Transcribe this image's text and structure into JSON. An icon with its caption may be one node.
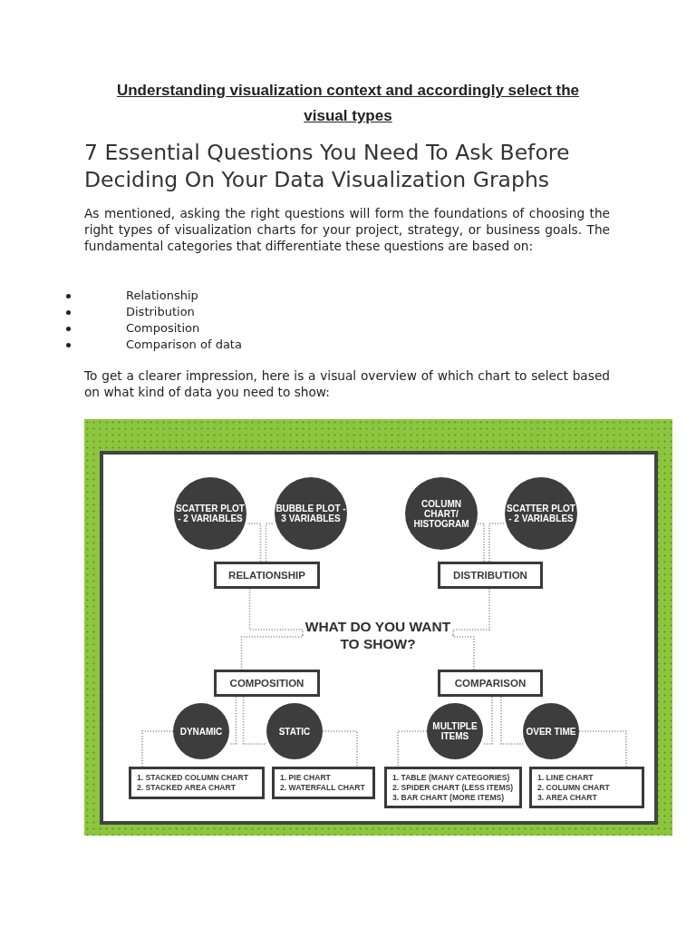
{
  "diagram": {
    "title": "Understanding visualization context and accordingly select the visual types",
    "nodes": [
      {
        "text": [
          "SCATTER PLOT - 2 VARIABLES"
        ]
      },
      {
        "text": [
          "BUBBLE PLOT - 3 VARIABLES"
        ]
      },
      {
        "text": [
          "COLUMN CHART/ HISTOGRAM"
        ]
      },
      {
        "text": [
          "SCATTER PLOT - 2 VARIABLES"
        ]
      },
      {
        "text": [
          "RELATIONSHIP"
        ]
      },
      {
        "text": [
          "DISTRIBUTION"
        ]
      },
      {
        "text": [
          "WHAT DO YOU WANT TO SHOW?"
        ]
      },
      {
        "text": [
          "COMPOSITION"
        ]
      },
      {
        "text": [
          "COMPARISON"
        ]
      },
      {
        "text": [
          "DYNAMIC"
        ]
      },
      {
        "text": [
          "STATIC"
        ]
      },
      {
        "text": [
          "MULTIPLE ITEMS"
        ]
      },
      {
        "text": [
          "OVER TIME"
        ]
      },
      {
        "text": [
          "1. STACKED COLUMN CHART",
          "2. STACKED AREA CHART"
        ]
      },
      {
        "text": [
          "1. PIE CHART",
          "2. WATERFALL CHART"
        ]
      },
      {
        "text": [
          "1. TABLE (MANY CATEGORIES)",
          "2. SPIDER CHART (LESS ITEMS)",
          "3. BAR CHART (MORE ITEMS)"
        ]
      },
      {
        "text": [
          "1. LINE CHART",
          "2. COLUMN CHART",
          "3. AREA CHART"
        ]
      }
    ],
    "edges": [
      {
        "from": 6,
        "to": 4,
        "arrow": "none"
      },
      {
        "from": 6,
        "to": 5,
        "arrow": "none"
      },
      {
        "from": 6,
        "to": 7,
        "arrow": "none"
      },
      {
        "from": 6,
        "to": 8,
        "arrow": "none"
      },
      {
        "from": 4,
        "to": 0,
        "arrow": "none"
      },
      {
        "from": 4,
        "to": 1,
        "arrow": "none"
      },
      {
        "from": 5,
        "to": 2,
        "arrow": "none"
      },
      {
        "from": 5,
        "to": 3,
        "arrow": "none"
      },
      {
        "from": 7,
        "to": 9,
        "arrow": "none"
      },
      {
        "from": 7,
        "to": 10,
        "arrow": "none"
      },
      {
        "from": 8,
        "to": 11,
        "arrow": "none"
      },
      {
        "from": 8,
        "to": 12,
        "arrow": "none"
      },
      {
        "from": 9,
        "to": 13,
        "arrow": "none"
      },
      {
        "from": 10,
        "to": 14,
        "arrow": "none"
      },
      {
        "from": 11,
        "to": 15,
        "arrow": "none"
      },
      {
        "from": 12,
        "to": 16,
        "arrow": "none"
      }
    ],
    "labels": [
      "7 Essential Questions You Need To Ask Before Deciding On Your Data Visualization Graphs",
      "As mentioned, asking the right questions will form the foundations of choosing the right types of visualization charts for your project, strategy, or business goals. The fundamental categories that differentiate these questions are based on:",
      "Relationship",
      "Distribution",
      "Composition",
      "Comparison of data",
      "To get a clearer impression, here is a visual overview of which chart to select based on what kind of data you need to show:"
    ]
  }
}
